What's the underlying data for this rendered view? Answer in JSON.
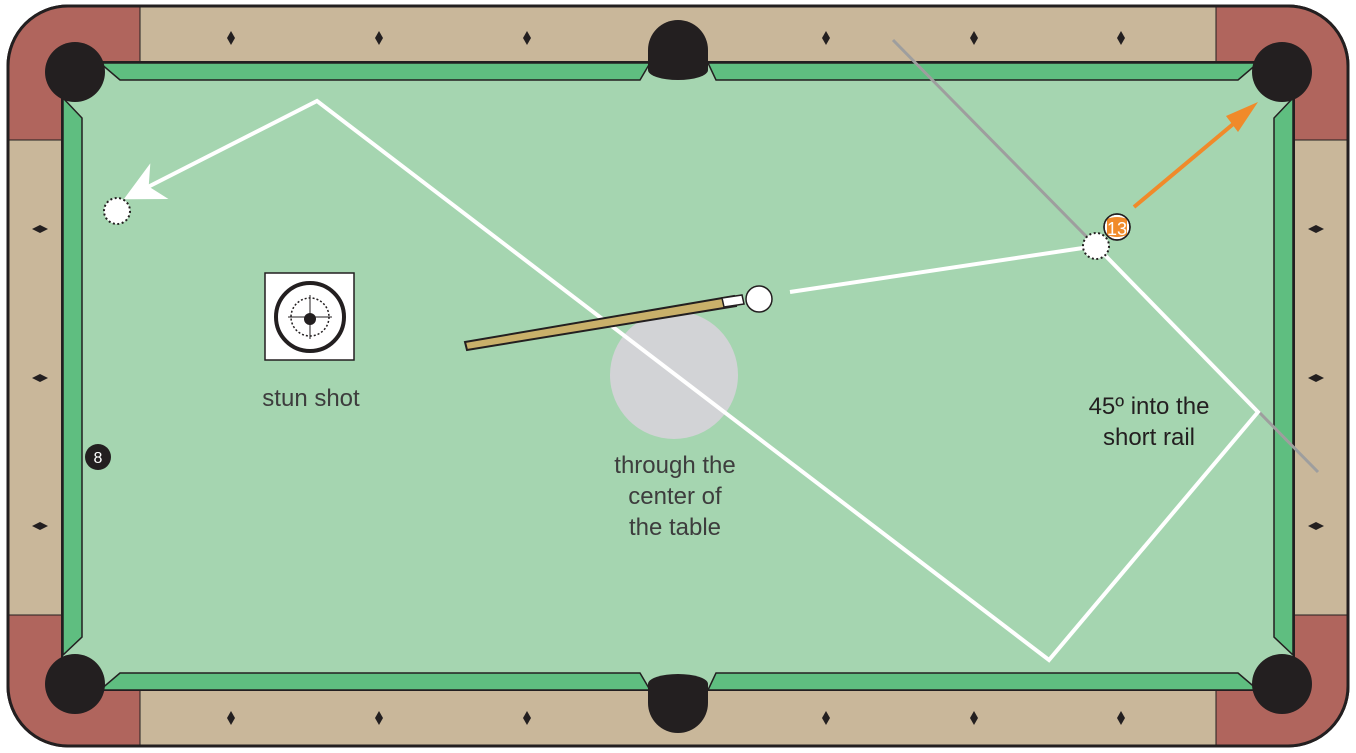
{
  "diagram": {
    "labels": {
      "stun_shot": "stun shot",
      "center": [
        "through the",
        "center of",
        "the table"
      ],
      "rail": [
        "45º into the",
        "short rail"
      ]
    },
    "balls": {
      "object_ball_number": "13",
      "eight_ball_number": "8"
    },
    "colors": {
      "cloth": "#a5d5b0",
      "cushion": "#5fbe80",
      "wood": "#c9b79a",
      "corner_wood": "#b0655d",
      "pocket": "#231f20",
      "path": "#ffffff",
      "object_ball": "#f08a2a",
      "center_zone": "#d2d3d6",
      "cue_stick": "#c9b06a",
      "reference_line": "#9e9e9e"
    },
    "icons": {
      "diamond": "diamond-icon",
      "cue_ball_target": "cue-tip-target-icon"
    }
  }
}
